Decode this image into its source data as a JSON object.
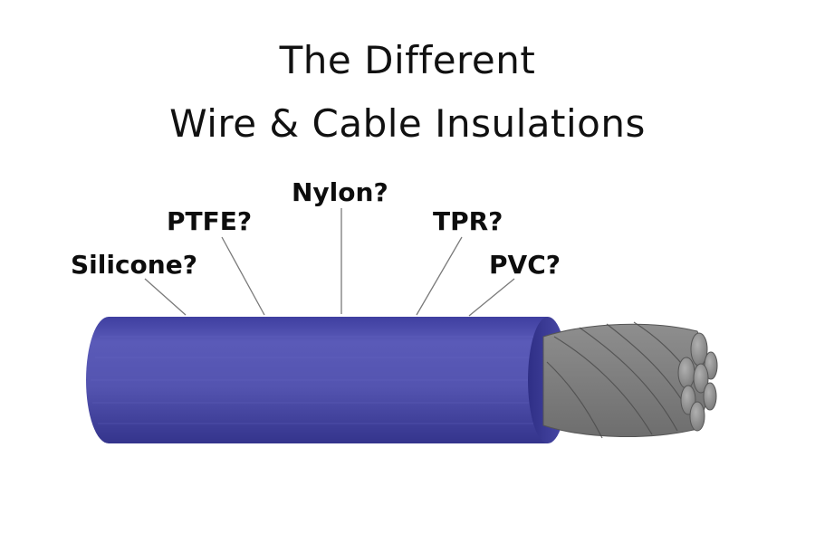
{
  "title": {
    "line1": "The Different",
    "line2": "Wire & Cable Insulations"
  },
  "labels": [
    {
      "id": "silicone",
      "text": "Silicone?"
    },
    {
      "id": "ptfe",
      "text": "PTFE?"
    },
    {
      "id": "nylon",
      "text": "Nylon?"
    },
    {
      "id": "tpr",
      "text": "TPR?"
    },
    {
      "id": "pvc",
      "text": "PVC?"
    }
  ],
  "colors": {
    "insulation": "#4f4fb0",
    "insulation_dark": "#3a3a94",
    "conductor": "#8c8c8c",
    "leader_line": "#777777"
  }
}
